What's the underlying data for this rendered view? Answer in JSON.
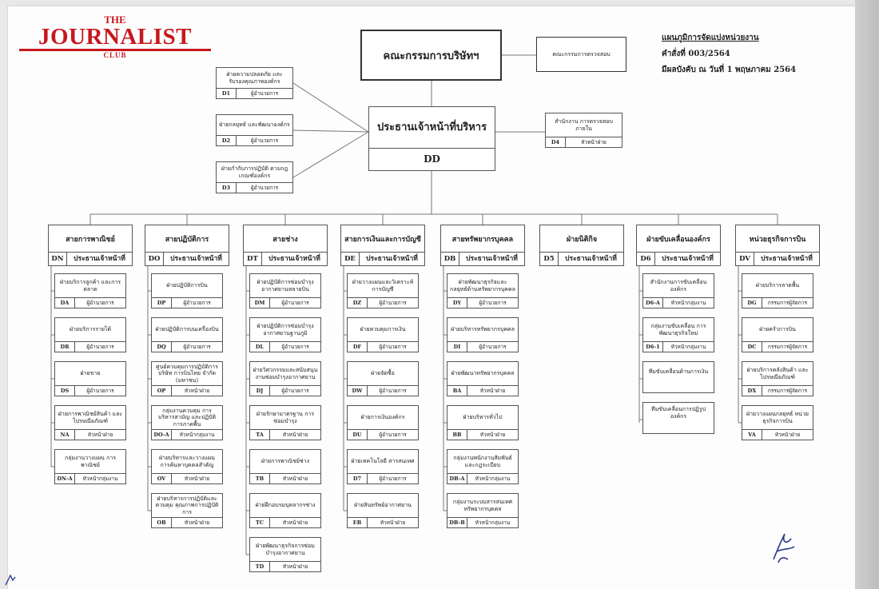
{
  "brand": {
    "line1": "THE",
    "line2": "JOURNALIST",
    "line3": "CLUB",
    "color": "#c8161d"
  },
  "notes": [
    "แผนภูมิการจัดแบ่งหน่วยงาน",
    "คำสั่งที่ 003/2564",
    "มีผลบังคับ ณ วันที่ 1 พฤษภาคม 2564"
  ],
  "board": "คณะกรรมการบริษัทฯ",
  "audit_committee": "คณะกรรมการตรวจสอบ",
  "ceo": {
    "title": "ประธานเจ้าหน้าที่บริหาร",
    "code": "DD"
  },
  "audit_office": {
    "name": "สำนักงาน การตรวจสอบภายใน",
    "code": "D4",
    "role": "หัวหน้าฝ่าย"
  },
  "staff": [
    {
      "name": "ฝ่ายความปลอดภัย และรับรองคุณภาพองค์กร",
      "code": "D1",
      "role": "ผู้อำนวยการ"
    },
    {
      "name": "ฝ่ายกลยุทธ์ และพัฒนาองค์กร",
      "code": "D2",
      "role": "ผู้อำนวยการ"
    },
    {
      "name": "ฝ่ายกำกับการปฏิบัติ ตามกฎเกณฑ์องค์กร",
      "code": "D3",
      "role": "ผู้อำนวยการ"
    }
  ],
  "columns": [
    {
      "title": "สายการพาณิชย์",
      "code": "DN",
      "role": "ประธานเจ้าหน้าที่",
      "units": [
        {
          "name": "ฝ่ายบริการลูกค้า และการตลาด",
          "code": "DA",
          "role": "ผู้อำนวยการ"
        },
        {
          "name": "ฝ่ายบริการรายได้",
          "code": "DR",
          "role": "ผู้อำนวยการ"
        },
        {
          "name": "ฝ่ายขาย",
          "code": "DS",
          "role": "ผู้อำนวยการ"
        },
        {
          "name": "ฝ่ายการพาณิชย์สินค้า และไปรษณียภัณฑ์",
          "code": "NA",
          "role": "หัวหน้าฝ่าย"
        },
        {
          "name": "กลุ่มงานวางแผน การพาณิชย์",
          "code": "DN-A",
          "role": "หัวหน้ากลุ่มงาน"
        }
      ]
    },
    {
      "title": "สายปฏิบัติการ",
      "code": "DO",
      "role": "ประธานเจ้าหน้าที่",
      "units": [
        {
          "name": "ฝ่ายปฏิบัติการบิน",
          "code": "DP",
          "role": "ผู้อำนวยการ"
        },
        {
          "name": "ฝ่ายปฏิบัติการบนเครื่องบิน",
          "code": "DQ",
          "role": "ผู้อำนวยการ"
        },
        {
          "name": "ศูนย์ควบคุมการปฏิบัติการ บริษัท การบินไทย จำกัด (มหาชน)",
          "code": "OP",
          "role": "หัวหน้าฝ่าย"
        },
        {
          "name": "กลุ่มงานควบคุม การบริหารสามัญ และปฏิบัติการภาคพื้น",
          "code": "DO-A",
          "role": "หัวหน้ากลุ่มงาน"
        },
        {
          "name": "ฝ่ายบริหารและวางแผน การค้นหาบุคคลสำคัญ",
          "code": "OV",
          "role": "หัวหน้าฝ่าย"
        },
        {
          "name": "ฝ่ายบริหารการปฏิบัติและควบคุม คุณภาพการปฏิบัติการ",
          "code": "OB",
          "role": "หัวหน้าฝ่าย"
        }
      ]
    },
    {
      "title": "สายช่าง",
      "code": "DT",
      "role": "ประธานเจ้าหน้าที่",
      "units": [
        {
          "name": "ฝ่ายปฏิบัติการซ่อมบำรุง อากาศยานหลายบิน",
          "code": "DM",
          "role": "ผู้อำนวยการ"
        },
        {
          "name": "ฝ่ายปฏิบัติการซ่อมบำรุง อากาศยานฐานภูมิ",
          "code": "DL",
          "role": "ผู้อำนวยการ"
        },
        {
          "name": "ฝ่ายวิศวกรรมและสนับสนุน งานซ่อมบำรุงอากาศยาน",
          "code": "DJ",
          "role": "ผู้อำนวยการ"
        },
        {
          "name": "ฝ่ายรักษามาตรฐาน การซ่อมบำรุง",
          "code": "TA",
          "role": "หัวหน้าฝ่าย"
        },
        {
          "name": "ฝ่ายการพาณิชย์ช่าง",
          "code": "TB",
          "role": "หัวหน้าฝ่าย"
        },
        {
          "name": "ฝ่ายฝึกอบรมบุคลากรช่าง",
          "code": "TC",
          "role": "หัวหน้าฝ่าย"
        },
        {
          "name": "ฝ่ายพัฒนาธุรกิจการซ่อม บำรุงอากาศยาน",
          "code": "TD",
          "role": "หัวหน้าฝ่าย"
        }
      ]
    },
    {
      "title": "สายการเงินและการบัญชี",
      "code": "DE",
      "role": "ประธานเจ้าหน้าที่",
      "units": [
        {
          "name": "ฝ่ายวางแผนและวิเคราะห์ การบัญชี",
          "code": "DZ",
          "role": "ผู้อำนวยการ"
        },
        {
          "name": "ฝ่ายควบคุมการเงิน",
          "code": "DF",
          "role": "ผู้อำนวยการ"
        },
        {
          "name": "ฝ่ายจัดซื้อ",
          "code": "DW",
          "role": "ผู้อำนวยการ"
        },
        {
          "name": "ฝ่ายการเงินองค์กร",
          "code": "DU",
          "role": "ผู้อำนวยการ"
        },
        {
          "name": "ฝ่ายเทคโนโลยี สารสนเทศ",
          "code": "D7",
          "role": "ผู้อำนวยการ"
        },
        {
          "name": "ฝ่ายสินทรัพย์อากาศยาน",
          "code": "EB",
          "role": "หัวหน้าฝ่าย"
        }
      ]
    },
    {
      "title": "สายทรัพยากรบุคคล",
      "code": "DB",
      "role": "ประธานเจ้าหน้าที่",
      "units": [
        {
          "name": "ฝ่ายพัฒนาธุรกิจและ กลยุทธ์ด้านทรัพยากรบุคคล",
          "code": "DY",
          "role": "ผู้อำนวยการ"
        },
        {
          "name": "ฝ่ายบริหารทรัพยากรบุคคล",
          "code": "DI",
          "role": "ผู้อำนวยการ"
        },
        {
          "name": "ฝ่ายพัฒนาทรัพยากรบุคคล",
          "code": "BA",
          "role": "หัวหน้าฝ่าย"
        },
        {
          "name": "ฝ่ายบริหารทั่วไป",
          "code": "BB",
          "role": "หัวหน้าฝ่าย"
        },
        {
          "name": "กลุ่มงานพนักงานสัมพันธ์ และกฎระเบียบ",
          "code": "DB-A",
          "role": "หัวหน้ากลุ่มงาน"
        },
        {
          "name": "กลุ่มงานระบบสารสนเทศ ทรัพยากรบุคคล",
          "code": "DB-B",
          "role": "หัวหน้ากลุ่มงาน"
        }
      ]
    },
    {
      "title": "ฝ่ายนิติกิจ",
      "code": "D5",
      "role": "ประธานเจ้าหน้าที่",
      "units": []
    },
    {
      "title": "ฝ่ายขับเคลื่อนองค์กร",
      "code": "D6",
      "role": "ประธานเจ้าหน้าที่",
      "units": [
        {
          "name": "สำนักงานการขับเคลื่อน องค์กร",
          "code": "D6-A",
          "role": "หัวหน้ากลุ่มงาน"
        },
        {
          "name": "กลุ่มงานขับเคลื่อน การพัฒนาธุรกิจใหม่",
          "code": "D6-1",
          "role": "หัวหน้ากลุ่มงาน"
        },
        {
          "name": "ทีมขับเคลื่อนด้านการเงิน",
          "code": "",
          "role": ""
        },
        {
          "name": "ทีมขับเคลื่อนการปฏิรูป องค์กร",
          "code": "",
          "role": ""
        }
      ]
    },
    {
      "title": "หน่วยธุรกิจการบิน",
      "code": "DV",
      "role": "ประธานเจ้าหน้าที่",
      "units": [
        {
          "name": "ฝ่ายบริการลาดพื้น",
          "code": "DG",
          "role": "กรรมการผู้จัดการ"
        },
        {
          "name": "ฝ่ายครัวการบิน",
          "code": "DC",
          "role": "กรรมการผู้จัดการ"
        },
        {
          "name": "ฝ่ายบริการคลังสินค้า และไปรษณียภัณฑ์",
          "code": "DX",
          "role": "กรรมการผู้จัดการ"
        },
        {
          "name": "ฝ่ายวางแผนกลยุทธ์ หน่วยธุรกิจการบิน",
          "code": "VA",
          "role": "หัวหน้าฝ่าย"
        }
      ]
    }
  ]
}
